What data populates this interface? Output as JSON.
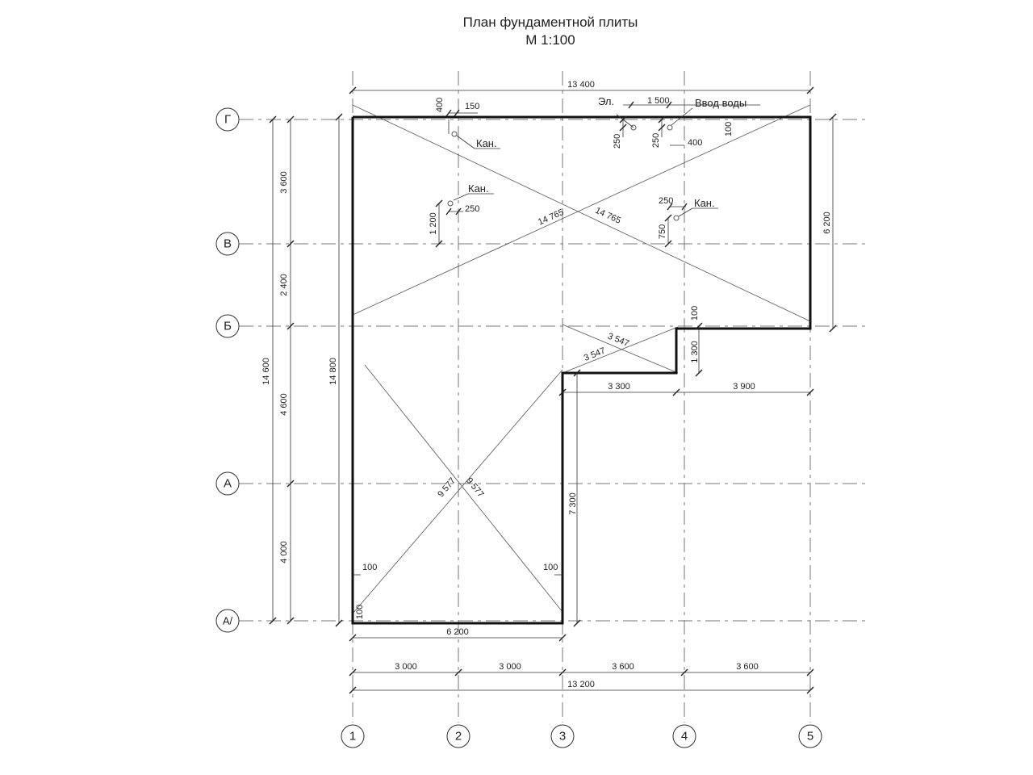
{
  "title": {
    "line1": "План фундаментной плиты",
    "line2": "М 1:100"
  },
  "axes": {
    "vertical": [
      "1",
      "2",
      "3",
      "4",
      "5"
    ],
    "horizontal": [
      "Г",
      "В",
      "Б",
      "А",
      "А/"
    ]
  },
  "dims": {
    "top_total": "13 400",
    "bottom_total": "13 200",
    "bottom_3000_a": "3 000",
    "bottom_3000_b": "3 000",
    "bottom_3600_a": "3 600",
    "bottom_3600_b": "3 600",
    "bottom_6200": "6 200",
    "left_3600": "3 600",
    "left_2400": "2 400",
    "left_4600": "4 600",
    "left_4000": "4 000",
    "left_total_14600": "14 600",
    "left_total_14800": "14 800",
    "right_6200": "6 200",
    "mid_3300": "3 300",
    "mid_3900": "3 900",
    "mid_1300": "1 300",
    "mid_100": "100",
    "mid_7300": "7 300",
    "diag_14765_a": "14 765",
    "diag_14765_b": "14 765",
    "diag_3547_a": "3 547",
    "diag_3547_b": "3 547",
    "diag_9577_a": "9 577",
    "diag_9577_b": "9 577",
    "d400_top": "400",
    "d150": "150",
    "d1500": "1 500",
    "d250_el": "250",
    "d250_water": "250",
    "d400_water": "400",
    "d100_water": "100",
    "d1200": "1 200",
    "d250_kan2": "250",
    "d250_kan3": "250",
    "d750": "750",
    "d100_a": "100",
    "d100_b": "100",
    "d100_c": "100"
  },
  "labels": {
    "kan1": "Кан.",
    "kan2": "Кан.",
    "kan3": "Кан.",
    "el": "Эл.",
    "water": "Ввод воды"
  }
}
